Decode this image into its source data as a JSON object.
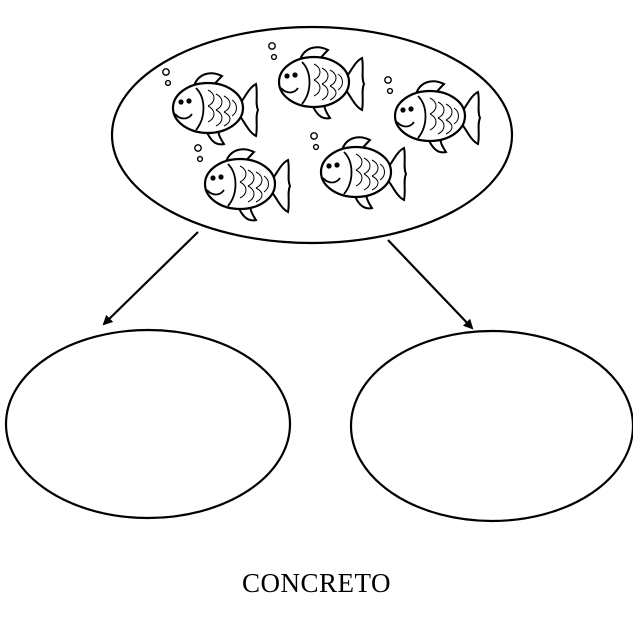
{
  "caption": "CONCRETO",
  "fish": {
    "count": 5,
    "icon": "fish-icon"
  },
  "groups": {
    "source_group_icon": "fish-group",
    "target_groups": 2,
    "target_groups_state": "empty"
  },
  "colors": {
    "stroke": "#000000",
    "background": "#ffffff"
  }
}
